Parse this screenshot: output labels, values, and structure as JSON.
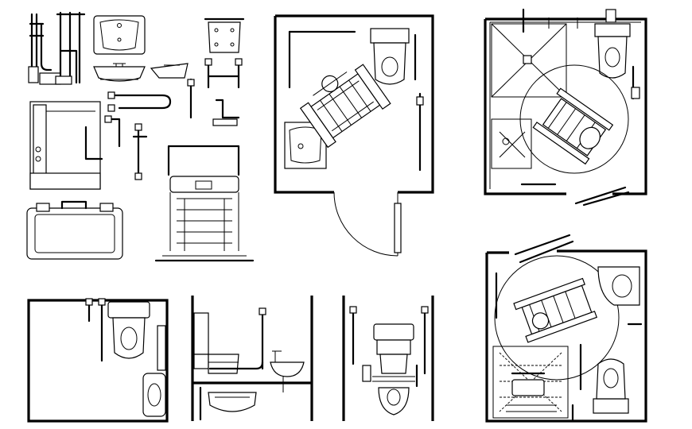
{
  "drawing": {
    "background_color": "#ffffff",
    "line_color": "#000000"
  },
  "panels": [
    {
      "id": "fixture-library",
      "shown": [
        "grab-bars",
        "wash-basins",
        "shower-seat",
        "fold-down-rails",
        "bath-tub",
        "shower-chair"
      ]
    },
    {
      "id": "plan-top-center",
      "shown": [
        "wheelchair-user",
        "toilet",
        "wash-basin",
        "swing-door"
      ]
    },
    {
      "id": "plan-top-right",
      "shown": [
        "shower",
        "toilet",
        "wheelchair-turning-circle",
        "door"
      ]
    },
    {
      "id": "plan-bottom-right",
      "shown": [
        "wheelchair-turning-circle",
        "shower-tray",
        "toilet",
        "wash-basin"
      ]
    },
    {
      "id": "elevation-1",
      "shown": [
        "toilet",
        "wash-basin",
        "grab-bar"
      ]
    },
    {
      "id": "elevation-2",
      "shown": [
        "cistern",
        "wall-hung-toilet",
        "basin",
        "grab-bars"
      ]
    },
    {
      "id": "elevation-3",
      "shown": [
        "cistern",
        "toilet",
        "grab-bars"
      ]
    }
  ]
}
